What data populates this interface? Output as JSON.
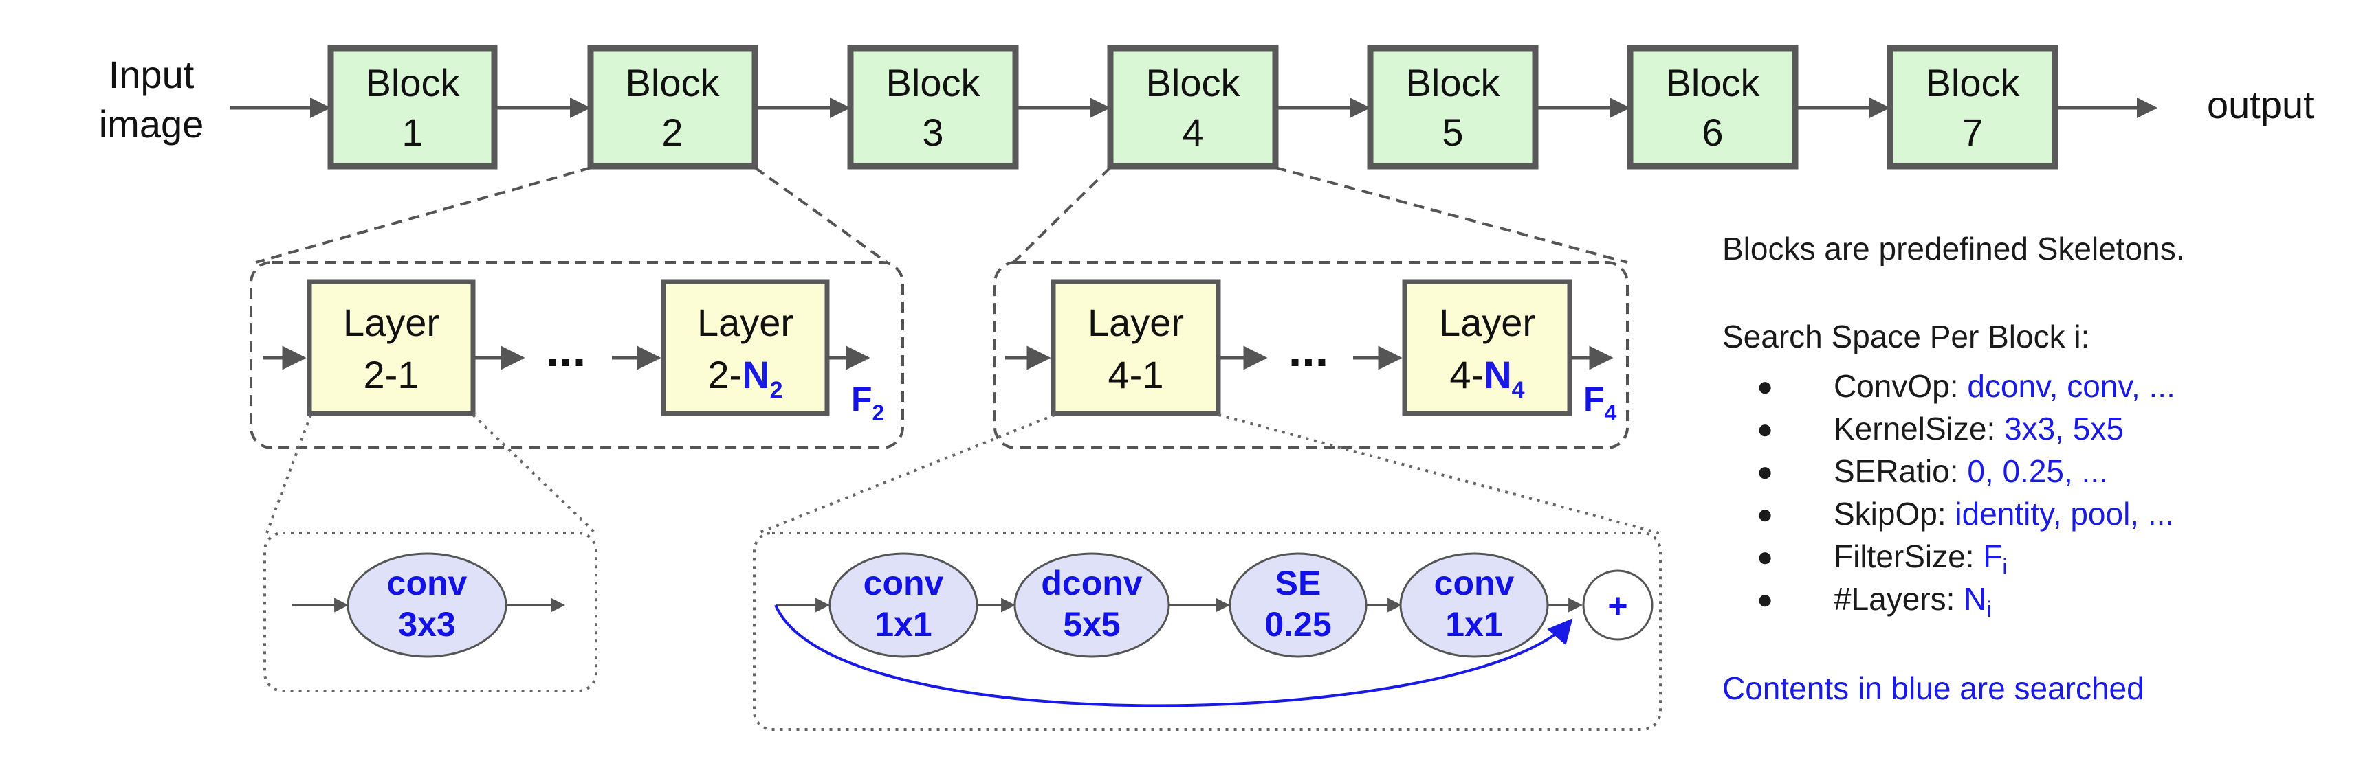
{
  "top_row": {
    "input_label": [
      "Input",
      "image"
    ],
    "output_label": "output",
    "blocks": [
      {
        "title": "Block",
        "num": "1"
      },
      {
        "title": "Block",
        "num": "2"
      },
      {
        "title": "Block",
        "num": "3"
      },
      {
        "title": "Block",
        "num": "4"
      },
      {
        "title": "Block",
        "num": "5"
      },
      {
        "title": "Block",
        "num": "6"
      },
      {
        "title": "Block",
        "num": "7"
      }
    ]
  },
  "block2_expansion": {
    "first_layer": {
      "title": "Layer",
      "sub": "2-1"
    },
    "last_layer": {
      "title": "Layer",
      "prefix": "2-",
      "n": "N",
      "n_sub": "2"
    },
    "ellipsis": "...",
    "filter": {
      "letter": "F",
      "sub": "2"
    },
    "op": {
      "line1": "conv",
      "line2": "3x3"
    }
  },
  "block4_expansion": {
    "first_layer": {
      "title": "Layer",
      "sub": "4-1"
    },
    "last_layer": {
      "title": "Layer",
      "prefix": "4-",
      "n": "N",
      "n_sub": "4"
    },
    "ellipsis": "...",
    "filter": {
      "letter": "F",
      "sub": "4"
    },
    "ops": [
      {
        "line1": "conv",
        "line2": "1x1"
      },
      {
        "line1": "dconv",
        "line2": "5x5"
      },
      {
        "line1": "SE",
        "line2": "0.25"
      },
      {
        "line1": "conv",
        "line2": "1x1"
      }
    ],
    "add_symbol": "+"
  },
  "legend": {
    "line1": "Blocks are predefined Skeletons.",
    "line2": "Search Space Per Block i:",
    "bullet": "●",
    "items": [
      {
        "label": "ConvOp: ",
        "value": "dconv, conv, ..."
      },
      {
        "label": "KernelSize: ",
        "value": "3x3, 5x5"
      },
      {
        "label": "SERatio: ",
        "value": "0, 0.25, ..."
      },
      {
        "label": "SkipOp: ",
        "value": "identity, pool, ..."
      },
      {
        "label": "FilterSize: ",
        "value": "F",
        "sub": "i"
      },
      {
        "label": "#Layers: ",
        "value": "N",
        "sub": "i"
      }
    ],
    "footer": "Contents in blue are searched"
  },
  "colors": {
    "block_fill": "#d9f7d4",
    "layer_fill": "#fdfdd5",
    "op_fill": "#dfe1f8",
    "searched_blue": "#1a1ae6"
  }
}
